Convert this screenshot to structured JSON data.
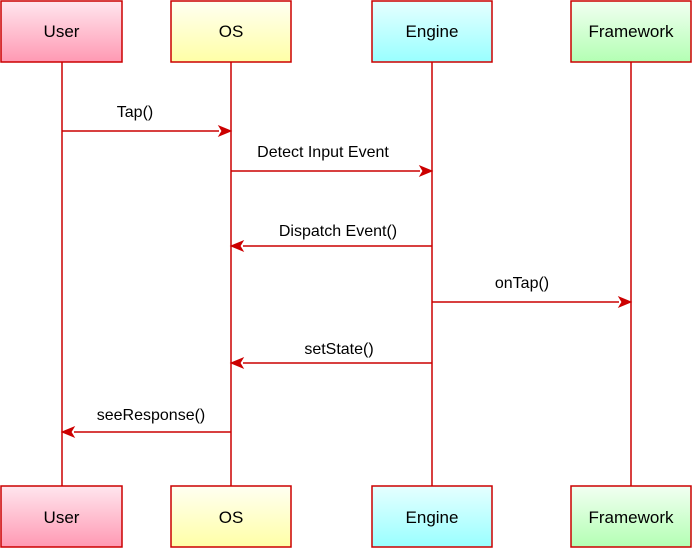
{
  "diagram": {
    "type": "sequence",
    "colors": {
      "line": "#cc0000",
      "user_fill_top": "#ffe6ee",
      "user_fill_bottom": "#ff99b3",
      "os_fill_top": "#fffff2",
      "os_fill_bottom": "#ffffa6",
      "engine_fill_top": "#e6ffff",
      "engine_fill_bottom": "#99ffff",
      "framework_fill_top": "#f2fff2",
      "framework_fill_bottom": "#b3ffb3"
    },
    "participants": [
      {
        "id": "user",
        "label": "User"
      },
      {
        "id": "os",
        "label": "OS"
      },
      {
        "id": "engine",
        "label": "Engine"
      },
      {
        "id": "framework",
        "label": "Framework"
      }
    ],
    "messages": [
      {
        "from": "user",
        "to": "os",
        "label": "Tap()"
      },
      {
        "from": "os",
        "to": "engine",
        "label": "Detect Input Event"
      },
      {
        "from": "engine",
        "to": "os",
        "label": "Dispatch Event()"
      },
      {
        "from": "engine",
        "to": "framework",
        "label": "onTap()"
      },
      {
        "from": "engine",
        "to": "os",
        "label": "setState()"
      },
      {
        "from": "os",
        "to": "user",
        "label": "seeResponse()"
      }
    ]
  }
}
